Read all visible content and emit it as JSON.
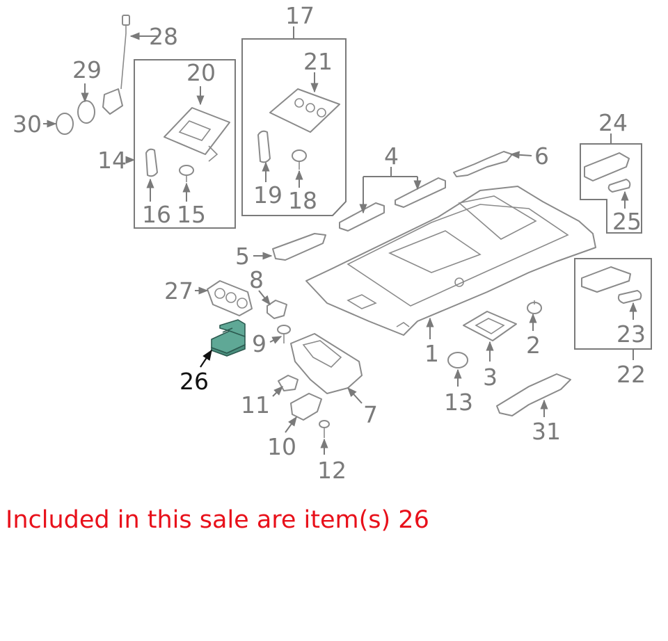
{
  "colors": {
    "caption": "#e8101a",
    "highlight_part": "#5fa896",
    "line_art": "#8a8a8a",
    "callout_gray": "#7a7a7a",
    "callout_highlight": "#111111"
  },
  "callouts": {
    "n1": "1",
    "n2": "2",
    "n3": "3",
    "n4": "4",
    "n5": "5",
    "n6": "6",
    "n7": "7",
    "n8": "8",
    "n9": "9",
    "n10": "10",
    "n11": "11",
    "n12": "12",
    "n13": "13",
    "n14": "14",
    "n15": "15",
    "n16": "16",
    "n17": "17",
    "n18": "18",
    "n19": "19",
    "n20": "20",
    "n21": "21",
    "n22": "22",
    "n23": "23",
    "n24": "24",
    "n25": "25",
    "n26": "26",
    "n27": "27",
    "n28": "28",
    "n29": "29",
    "n30": "30",
    "n31": "31"
  },
  "highlighted_item": "26",
  "caption": "Included in this sale are item(s) 26"
}
